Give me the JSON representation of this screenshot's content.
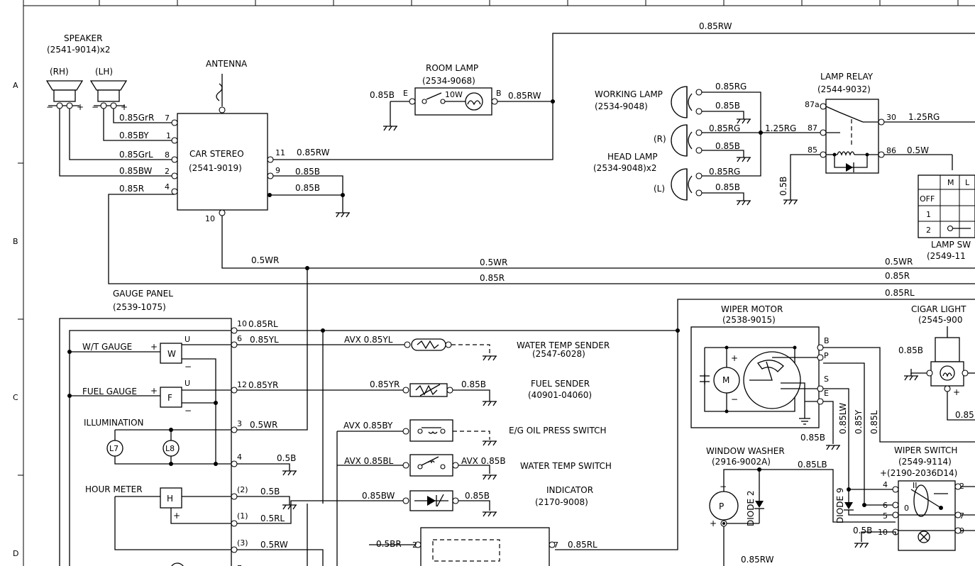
{
  "components": {
    "speaker_title": "SPEAKER",
    "speaker_part": "(2541-9014)x2",
    "speaker_rh": "(RH)",
    "speaker_lh": "(LH)",
    "antenna": "ANTENNA",
    "car_stereo_title": "CAR STEREO",
    "car_stereo_part": "(2541-9019)",
    "room_lamp_title": "ROOM LAMP",
    "room_lamp_part": "(2534-9068)",
    "room_lamp_watt": "10W",
    "working_lamp_title": "WORKING LAMP",
    "working_lamp_part": "(2534-9048)",
    "head_lamp_r": "(R)",
    "head_lamp_title": "HEAD LAMP",
    "head_lamp_part": "(2534-9048)x2",
    "head_lamp_l": "(L)",
    "lamp_relay_title": "LAMP RELAY",
    "lamp_relay_part": "(2544-9032)",
    "lamp_switch_title": "LAMP SW",
    "lamp_switch_part": "(2549-11",
    "gauge_panel_title": "GAUGE PANEL",
    "gauge_panel_part": "(2539-1075)",
    "wt_gauge": "W/T GAUGE",
    "fuel_gauge": "FUEL GAUGE",
    "illumination": "ILLUMINATION",
    "hour_meter": "HOUR METER",
    "water_temp_sender_title": "WATER TEMP SENDER",
    "water_temp_sender_part": "(2547-6028)",
    "fuel_sender_title": "FUEL SENDER",
    "fuel_sender_part": "(40901-04060)",
    "oil_press_switch": "E/G OIL PRESS SWITCH",
    "water_temp_switch": "WATER TEMP SWITCH",
    "indicator_title": "INDICATOR",
    "indicator_part": "(2170-9008)",
    "wiper_motor_title": "WIPER MOTOR",
    "wiper_motor_part": "(2538-9015)",
    "cigar_light_title": "CIGAR LIGHT",
    "cigar_light_part": "(2545-900",
    "window_washer_title": "WINDOW WASHER",
    "window_washer_part": "(2916-9002A)",
    "wiper_switch_title": "WIPER SWITCH",
    "wiper_switch_part": "(2549-9114)",
    "wiper_switch_part2": "+(2190-2036D14)",
    "diode2": "DIODE 2",
    "diode9": "DIODE 9"
  },
  "border": {
    "rows": [
      "A",
      "B",
      "C",
      "D"
    ]
  },
  "wires": {
    "w_085rw_top": "0.85RW",
    "w_085b_room": "0.85B",
    "w_085rw_room": "0.85RW",
    "w_085grr": "0.85GrR",
    "w_085by": "0.85BY",
    "w_085grl": "0.85GrL",
    "w_085bw": "0.85BW",
    "w_085r": "0.85R",
    "w_085rw_11": "0.85RW",
    "w_085b_9": "0.85B",
    "w_085b_gnd": "0.85B",
    "w_05wr_left": "0.5WR",
    "w_05wr_mid": "0.5WR",
    "w_05wr_right": "0.5WR",
    "w_085r_mid": "0.85R",
    "w_085r_right": "0.85R",
    "w_085rl_right": "0.85RL",
    "w_085rg_work": "0.85RG",
    "w_085b_work": "0.85B",
    "w_085rg_hr": "0.85RG",
    "w_085b_hr": "0.85B",
    "w_085rg_hl": "0.85RG",
    "w_085b_hl": "0.85B",
    "w_125rg_in": "1.25RG",
    "w_125rg_out": "1.25RG",
    "w_05w": "0.5W",
    "w_05b_relay": "0.5B",
    "w_085rl_gp": "0.85RL",
    "w_085yl_gp": "0.85YL",
    "w_085yr_gp": "0.85YR",
    "w_05wr_gp": "0.5WR",
    "w_05b_gp": "0.5B",
    "w_05b_h": "0.5B",
    "w_05rl_h": "0.5RL",
    "w_05rw_gp": "0.5RW",
    "w_avx_085yl": "AVX  0.85YL",
    "w_085yr": "0.85YR",
    "w_085b_fuel": "0.85B",
    "w_avx_085by": "AVX  0.85BY",
    "w_avx_085bl": "AVX  0.85BL",
    "w_avx_085b": "AVX  0.85B",
    "w_085bw_ind": "0.85BW",
    "w_085b_ind": "0.85B",
    "w_05br": "0.5BR",
    "w_085rl_bottom": "0.85RL",
    "w_085b_cig": "0.85B",
    "w_085_cig": "0.85",
    "w_085b_wm": "0.85B",
    "w_085lw": "0.85LW",
    "w_085y": "0.85Y",
    "w_085l": "0.85L",
    "w_085lb": "0.85LB",
    "w_05b_ws": "0.5B",
    "w_085rw_bottom": "0.85RW"
  },
  "pins": {
    "st_7": "7",
    "st_1": "1",
    "st_8": "8",
    "st_2": "2",
    "st_4": "4",
    "st_11": "11",
    "st_9": "9",
    "st_10": "10",
    "rl_e": "E",
    "rl_b": "B",
    "rel_87a": "87a",
    "rel_87": "87",
    "rel_85": "85",
    "rel_30": "30",
    "rel_86": "86",
    "gp_10": "10",
    "gp_6": "6",
    "gp_12": "12",
    "gp_3": "3",
    "gp_4": "4",
    "gp_p2": "(2)",
    "gp_p1": "(1)",
    "gp_p3": "(3)",
    "gp_7": "7",
    "u1": "U",
    "u2": "U",
    "wm_b": "B",
    "wm_p": "P",
    "wm_s": "S",
    "wm_e": "E",
    "ws_4": "4",
    "ws_6": "6",
    "ws_5": "5",
    "ws_10": "10",
    "ws_2": "2",
    "ws_7": "7",
    "ws_9": "9",
    "ind_2": "2",
    "ind_7": "7",
    "sw_m": "M",
    "sw_l": "L",
    "sw_off": "OFF",
    "sw_1": "1",
    "sw_2": "2",
    "gauge_w": "W",
    "gauge_f": "F",
    "gauge_h": "H",
    "lamp_l7": "L7",
    "lamp_l8": "L8",
    "motor_m": "M",
    "washer_p": "P"
  }
}
